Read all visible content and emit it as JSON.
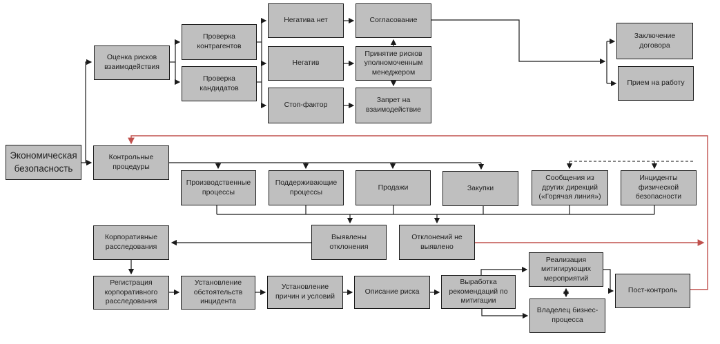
{
  "colors": {
    "box_fill": "#bfbfbf",
    "box_border": "#1a1a1a",
    "connector": "#1a1a1a",
    "feedback_red": "#c0504d",
    "dashed_gray": "#3a3a3a"
  },
  "nodes": {
    "economic_security": {
      "label": "Экономическая безопасность"
    },
    "risk_assessment": {
      "label": "Оценка рисков взаимодействия"
    },
    "counterparty_check": {
      "label": "Проверка контрагентов"
    },
    "candidate_check": {
      "label": "Проверка кандидатов"
    },
    "no_negative": {
      "label": "Негатива нет"
    },
    "negative": {
      "label": "Негатив"
    },
    "stop_factor": {
      "label": "Стоп-фактор"
    },
    "approval": {
      "label": "Согласование"
    },
    "risk_acceptance": {
      "label": "Принятие рисков уполномоченным менеджером"
    },
    "interaction_ban": {
      "label": "Запрет на взаимодействие"
    },
    "contract_conclusion": {
      "label": "Заключение договора"
    },
    "hiring": {
      "label": "Прием на работу"
    },
    "control_procedures": {
      "label": "Контрольные процедуры"
    },
    "production_processes": {
      "label": "Производственные процессы"
    },
    "supporting_processes": {
      "label": "Поддерживающие процессы"
    },
    "sales": {
      "label": "Продажи"
    },
    "purchasing": {
      "label": "Закупки"
    },
    "hotline_reports": {
      "label": "Сообщения из других дирекций («Горячая линия»)"
    },
    "physical_security_incidents": {
      "label": "Инциденты физической безопасности"
    },
    "corporate_investigations": {
      "label": "Корпоративные расследования"
    },
    "deviations_found": {
      "label": "Выявлены отклонения"
    },
    "no_deviations": {
      "label": "Отклонений не выявлено"
    },
    "investigation_registration": {
      "label": "Регистрация корпоративного расследования"
    },
    "incident_circumstances": {
      "label": "Установление обстоятельств инцидента"
    },
    "causes_conditions": {
      "label": "Установление причин и условий"
    },
    "risk_description": {
      "label": "Описание риска"
    },
    "mitigation_recommendations": {
      "label": "Выработка рекомендаций по митигации"
    },
    "mitigation_implementation": {
      "label": "Реализация митигирующих мероприятий"
    },
    "business_process_owner": {
      "label": "Владелец бизнес-процесса"
    },
    "post_control": {
      "label": "Пост-контроль"
    }
  }
}
